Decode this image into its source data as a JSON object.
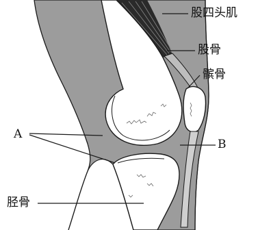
{
  "diagram": {
    "labels": {
      "quadriceps": "股四头肌",
      "femur": "股骨",
      "patella": "髌骨",
      "tibia": "胫骨",
      "a": "A",
      "b": "B"
    },
    "colors": {
      "tissue": "#9c9c9c",
      "bone": "#ffffff",
      "outline": "#1a1a1a",
      "muscle": "#2a2a2a"
    }
  }
}
